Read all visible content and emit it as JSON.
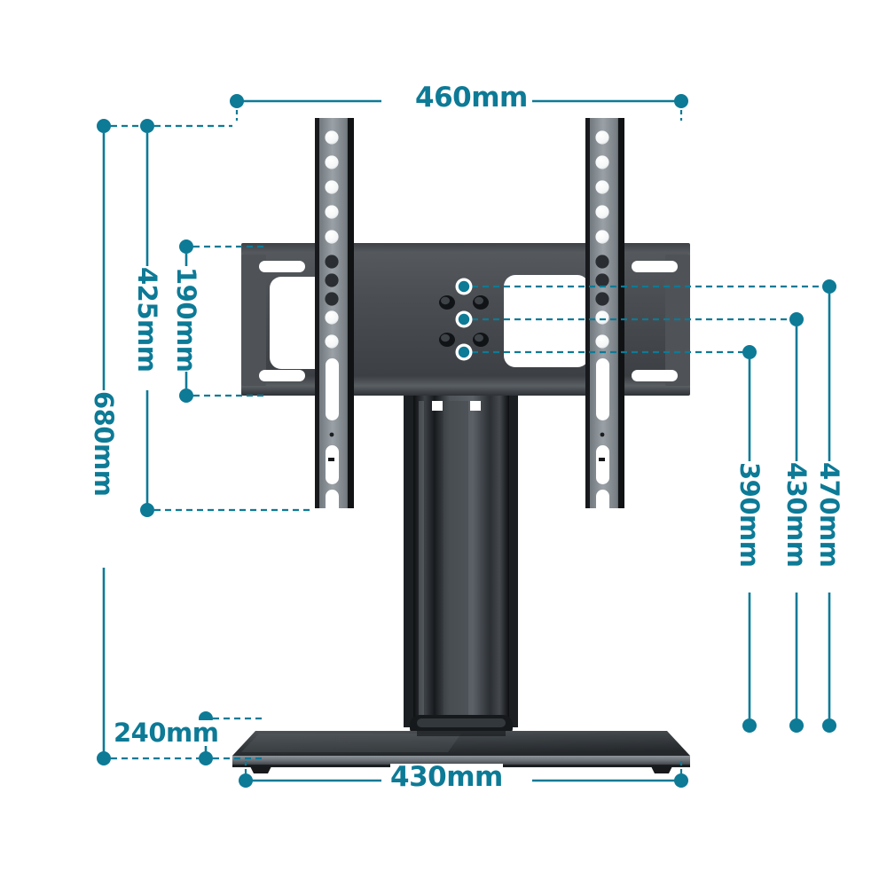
{
  "diagram": {
    "title": "TV stand technical dimension drawing",
    "product": "universal tabletop TV stand with glass base",
    "accent_color": "#0d7a96",
    "background_color": "#ffffff",
    "units": "mm"
  },
  "dimensions": {
    "top_width": {
      "label": "460mm",
      "value": 460,
      "orientation": "horizontal",
      "position": "top",
      "describes": "overall mounting bracket width"
    },
    "bottom_width": {
      "label": "430mm",
      "value": 430,
      "orientation": "horizontal",
      "position": "bottom",
      "describes": "glass base plate width"
    },
    "base_depth": {
      "label": "240mm",
      "value": 240,
      "orientation": "horizontal",
      "position": "bottom-left",
      "describes": "glass base plate depth"
    },
    "total_height": {
      "label": "680mm",
      "value": 680,
      "orientation": "vertical",
      "position": "left-outer",
      "describes": "overall stand height"
    },
    "bracket_height": {
      "label": "425mm",
      "value": 425,
      "orientation": "vertical",
      "position": "left-middle",
      "describes": "vertical rail height"
    },
    "plate_height": {
      "label": "190mm",
      "value": 190,
      "orientation": "vertical",
      "position": "left-inner",
      "describes": "mounting plate height"
    },
    "vesa_tall": {
      "label": "470mm",
      "value": 470,
      "orientation": "vertical",
      "position": "right-outer",
      "describes": "max VESA vertical pattern"
    },
    "vesa_mid": {
      "label": "430mm",
      "value": 430,
      "orientation": "vertical",
      "position": "right-middle",
      "describes": "mid VESA vertical pattern"
    },
    "vesa_short": {
      "label": "390mm",
      "value": 390,
      "orientation": "vertical",
      "position": "right-inner",
      "describes": "min VESA vertical pattern"
    }
  },
  "parts": {
    "left_rail": "vertical-mounting-rail-left",
    "right_rail": "vertical-mounting-rail-right",
    "bracket_plate": "horizontal-bracket-plate",
    "column": "center-support-column",
    "base": "glass-base-plate",
    "vesa_markers": 3,
    "screw_bosses": 4
  }
}
